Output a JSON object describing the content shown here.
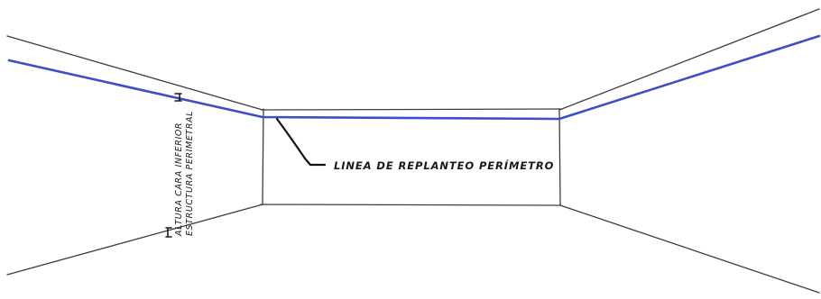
{
  "annotations": {
    "perimeter_line_label": "Linea de replanteo perímetro",
    "height_label_line1": "Altura cara inferior",
    "height_label_line2": "estructura perimetral"
  },
  "colors": {
    "laser_line": "#3b4fc8",
    "sketch_line": "#3c3c3c"
  }
}
